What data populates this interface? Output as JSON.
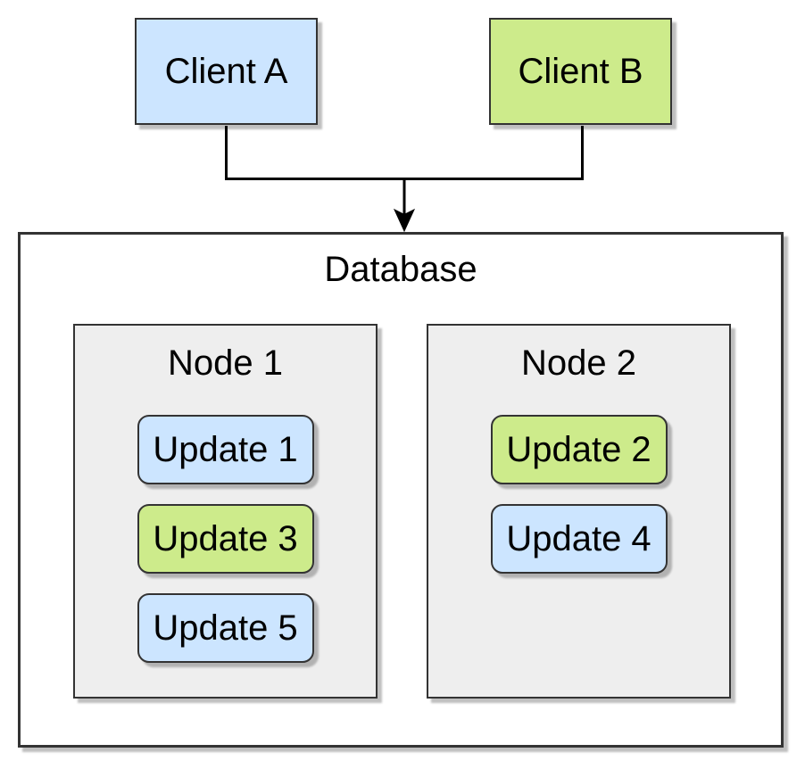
{
  "diagram": {
    "clients": [
      {
        "label": "Client A",
        "fill": "#cce5ff"
      },
      {
        "label": "Client B",
        "fill": "#cdeb8b"
      }
    ],
    "database": {
      "title": "Database",
      "nodes": [
        {
          "title": "Node 1",
          "updates": [
            {
              "label": "Update 1",
              "fill": "#cce5ff"
            },
            {
              "label": "Update 3",
              "fill": "#cdeb8b"
            },
            {
              "label": "Update 5",
              "fill": "#cce5ff"
            }
          ]
        },
        {
          "title": "Node 2",
          "updates": [
            {
              "label": "Update 2",
              "fill": "#cdeb8b"
            },
            {
              "label": "Update 4",
              "fill": "#cce5ff"
            }
          ]
        }
      ]
    },
    "colors": {
      "client_blue": "#cce5ff",
      "client_green": "#cdeb8b",
      "node_fill": "#eeeeee",
      "stroke": "#333333",
      "connector": "#000000"
    }
  }
}
